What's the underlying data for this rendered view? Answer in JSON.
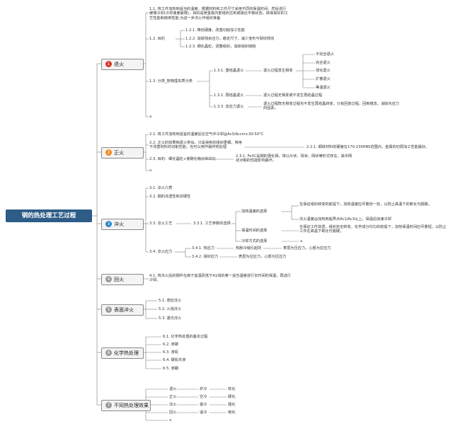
{
  "root": "钢的热处理工艺过程",
  "icon_colors": {
    "red": "#d9342b",
    "orange": "#ef8a1c",
    "blue": "#2c87c9",
    "gray": "#9a9a9a"
  },
  "main": [
    {
      "num": "1",
      "label": "退火"
    },
    {
      "num": "2",
      "label": "正火"
    },
    {
      "num": "3",
      "label": "淬火"
    },
    {
      "num": "4",
      "label": "回火"
    },
    {
      "num": "5",
      "label": "表面淬火"
    },
    {
      "num": "6",
      "label": "化学热处理"
    },
    {
      "num": "7",
      "label": "不同热处理效果"
    }
  ],
  "annealing": {
    "n11": "1.1. 将工件加热到适当的温度，根据材料和工件尺寸采用不同的保温时间，然后进行缓慢冷却(冷却速度最慢)，目的是使金属内部组织达到或接近平衡状态，获得良好的工艺性能和使用性能;为进一步淬火作组织准备",
    "n12": "1.2. 目的",
    "n121": "1.2.1. 降低硬度，改善切削加工性能",
    "n122": "1.2.2. 消除残余应力，稳定尺寸，减少变形与裂纹倾向",
    "n123": "1.2.3. 细化晶粒，调整组织，消除组织缺陷",
    "n13": "1.3. 分类_按物理本质分类",
    "n131": "1.3.1. 重结晶退火",
    "n131d": "退火过程发生相变",
    "kinds": [
      "不完全退火",
      "完全退火",
      "球化退火",
      "扩散退火",
      "等温退火"
    ],
    "n132": "1.3.2. 再结晶退火",
    "n132d": "退火过程无相变或不发生再结晶过程",
    "n133": "1.3.3. 去应力退火",
    "n133d": "退火过程既无相变过程也不发生再结晶转变，只有回复过程，回到稳态，消除内应力的因素。",
    "blank": "a"
  },
  "normalizing": {
    "n21": "2.1. 将工件加热到适宜的温度后在空气中冷却@Ac3/Accm+30-50°C",
    "n22": "2.2. 正火的效果和退火类似，只是得到的组织更细，常用于改善材料的切削性能，也可以用作最终热处理",
    "n221": "2.2.1. 钢铁材料的硬度在170-230HBS范围内，金属的切屑加工性能最好。",
    "n23": "2.3. 目的：细化晶粒+使碳化物分布均匀",
    "n231": "2.3.1. Fe3C是钢的强化相，常以片状、球状、网状等形式存在，其中网状对钢的性能影响最坏。",
    "blank": "a"
  },
  "quenching": {
    "n31": "3.1. 淬火介质",
    "n32": "3.2. 钢的淬透性和淬硬性",
    "n33": "3.3. 淬火工艺",
    "n331": "3.3.1. 工艺参数的选择",
    "heat_temp": "加热温度的选择",
    "heat_temp_a": "在保证组织转变的前提下，加热温度应尽量低一些，以防止高温下的氧化与脱碳。",
    "heat_temp_b": "淬火温度@加热到临界点Ac1/Ac3以上，保温后快速冷却",
    "hold_time": "保温时间的选择",
    "hold_time_a": "在保证工件烧透，组织完全转变，化学成分均匀的前提下，加热保温时间应尽量短，以防止工件在高温下氧化与脱碳。",
    "cool": "冷却方式的选择",
    "cool_blank": "a",
    "n34": "3.4. 淬火应力",
    "n341": "3.4.1. 热应力",
    "n341m": "热胀冷缩引起的",
    "n341d": "表层为压应力，心部为拉应力",
    "n342": "3.4.2. 组织应力",
    "n342d": "表层为拉应力，心部为压应力"
  },
  "tempering": {
    "n41": "4.1. 将淬火后的钢件在高于室温而低于A1线的某一适当温度进行长时间的保温，再进行冷却。"
  },
  "surface": [
    "5.1. 感应淬火",
    "5.2. 火焰淬火",
    "5.3. 激光淬火"
  ],
  "chemical": [
    "6.1. 化学热处理的基本过程",
    "6.2. 渗碳",
    "6.3. 渗氮",
    "6.4. 碳氮共渗",
    "6.5. 渗硼"
  ],
  "effects": {
    "rows": [
      [
        "退火",
        "炉冷",
        "软化"
      ],
      [
        "正火",
        "空冷",
        "硬化"
      ],
      [
        "淬火",
        "激冷",
        "强化"
      ],
      [
        "回火",
        "适冷",
        "韧化"
      ]
    ],
    "blank": "a"
  }
}
